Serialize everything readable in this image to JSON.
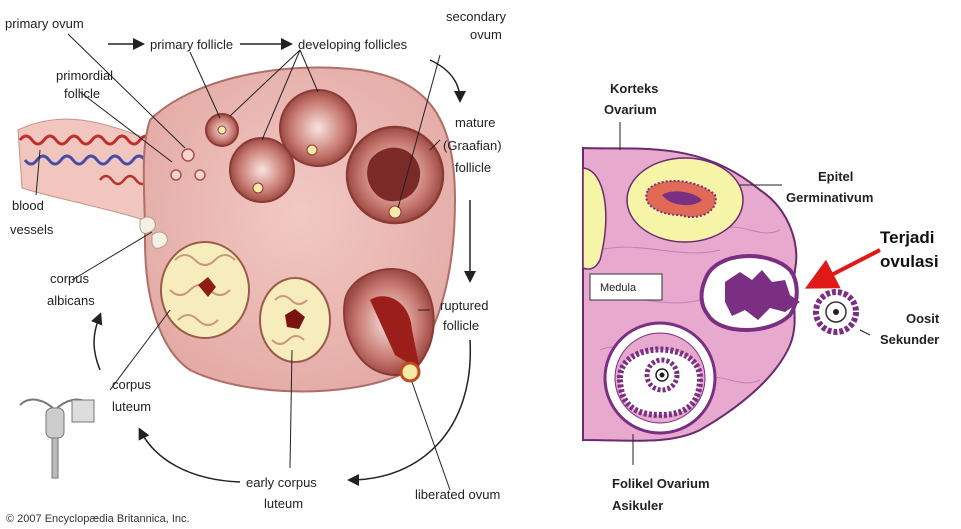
{
  "left_diagram": {
    "labels": {
      "primary_ovum": "primary ovum",
      "primary_follicle": "primary follicle",
      "developing_follicles": "developing follicles",
      "secondary_ovum_1": "secondary",
      "secondary_ovum_2": "ovum",
      "primordial_follicle_1": "primordial",
      "primordial_follicle_2": "follicle",
      "mature_follicle_1": "mature",
      "mature_follicle_2": "(Graafian)",
      "mature_follicle_3": "follicle",
      "blood_vessels_1": "blood",
      "blood_vessels_2": "vessels",
      "corpus_albicans_1": "corpus",
      "corpus_albicans_2": "albicans",
      "ruptured_follicle_1": "ruptured",
      "ruptured_follicle_2": "follicle",
      "corpus_luteum_1": "corpus",
      "corpus_luteum_2": "luteum",
      "early_corpus_luteum_1": "early corpus",
      "early_corpus_luteum_2": "luteum",
      "liberated_ovum": "liberated ovum"
    },
    "copyright": "© 2007 Encyclopædia Britannica, Inc."
  },
  "right_diagram": {
    "labels": {
      "korteks_1": "Korteks",
      "korteks_2": "Ovarium",
      "epitel_1": "Epitel",
      "epitel_2": "Germinativum",
      "terjadi_1": "Terjadi",
      "terjadi_2": "ovulasi",
      "medula": "Medula",
      "oosit_1": "Oosit",
      "oosit_2": "Sekunder",
      "folikel_1": "Folikel Ovarium",
      "folikel_2": "Asikuler"
    },
    "colors": {
      "tissue": "#e8a9cf",
      "follicle_yellow": "#f6f4a6",
      "purple": "#7a2f82",
      "arrow_red": "#e01818"
    }
  }
}
